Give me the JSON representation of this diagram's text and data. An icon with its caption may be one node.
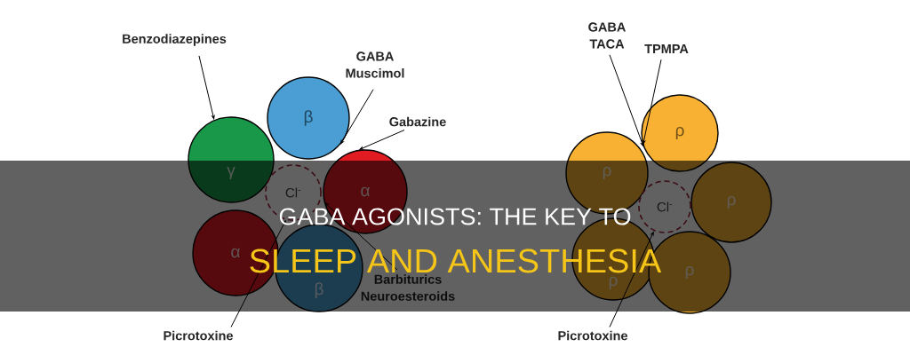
{
  "diagram": {
    "title": "GABA AGONISTS: THE KEY TO",
    "nodes": [
      {
        "text": [
          "Benzodiazepines"
        ]
      },
      {
        "text": [
          "GABA Muscimol"
        ]
      },
      {
        "text": [
          "Gabazine"
        ]
      },
      {
        "text": [
          "γ"
        ]
      },
      {
        "text": [
          "β"
        ]
      },
      {
        "text": [
          "α"
        ]
      },
      {
        "text": [
          "Cl$^{-}$"
        ]
      },
      {
        "text": [
          "α"
        ]
      },
      {
        "text": [
          "β"
        ]
      },
      {
        "text": [
          "Barbiturics Neuroesteroids"
        ]
      },
      {
        "text": [
          "Picrotoxine"
        ]
      },
      {
        "text": [
          "GABA TACA"
        ]
      },
      {
        "text": [
          "TPMPA"
        ]
      },
      {
        "text": [
          "ρ"
        ]
      },
      {
        "text": [
          "ρ"
        ]
      },
      {
        "text": [
          "ρ"
        ]
      },
      {
        "text": [
          "Cl$^{-}$"
        ]
      },
      {
        "text": [
          "ρ"
        ]
      },
      {
        "text": [
          "ρ"
        ]
      },
      {
        "text": [
          "Picrotoxine"
        ]
      }
    ],
    "edges": [
      {
        "from": 0,
        "to": 3,
        "arrow": "to"
      },
      {
        "from": 1,
        "to": 4,
        "arrow": "to"
      },
      {
        "from": 2,
        "to": 5,
        "arrow": "to"
      },
      {
        "from": 9,
        "to": 5,
        "arrow": "to"
      },
      {
        "from": 10,
        "to": 6,
        "arrow": "to"
      },
      {
        "from": 11,
        "to": 13,
        "arrow": "to"
      },
      {
        "from": 12,
        "to": 13,
        "arrow": "to"
      },
      {
        "from": 19,
        "to": 16,
        "arrow": "to"
      }
    ],
    "labels": [
      "SLEEP AND ANESTHESIA"
    ]
  }
}
